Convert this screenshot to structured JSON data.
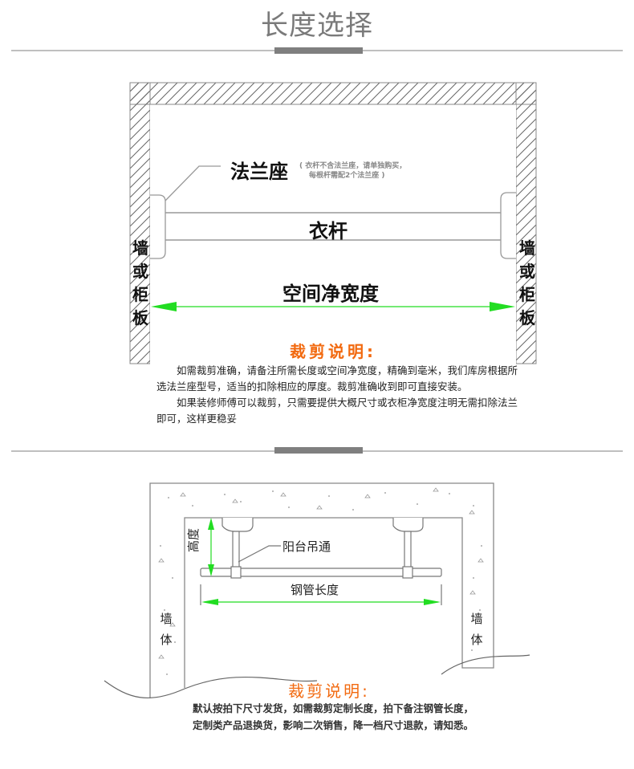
{
  "header": {
    "title": "长度选择"
  },
  "diagram1": {
    "flange_label": "法兰座",
    "flange_note_line1": "( 衣杆不含法兰座，请单独购买，",
    "flange_note_line2": "每根杆需配2个法兰座 )",
    "rod_label": "衣杆",
    "width_label": "空间净宽度",
    "wall_left": [
      "墙",
      "或",
      "柜",
      "板"
    ],
    "wall_right": [
      "墙",
      "或",
      "柜",
      "板"
    ],
    "arrow_color": "#22dd22"
  },
  "note1": {
    "title": "裁剪说明:",
    "paragraphs": [
      "如需裁剪准确，请备注所需长度或空间净宽度，精确到毫米，我们库房根据所选法兰座型号，适当的扣除相应的厚度。裁剪准确收到即可直接安装。",
      "如果装修师傅可以裁剪，只需要提供大概尺寸或衣柜净宽度注明无需扣除法兰即可，这样更稳妥"
    ]
  },
  "diagram2": {
    "hanger_label": "阳台吊通",
    "height_label": "高度",
    "pipe_label": "钢管长度",
    "wall_left": [
      "墙",
      "体"
    ],
    "wall_right": [
      "墙",
      "体"
    ]
  },
  "note2": {
    "title": "裁剪说明:",
    "line1": "默认按拍下尺寸发货，如需裁剪定制长度，拍下备注钢管长度，",
    "line2": "定制类产品退换货，影响二次销售，降一档尺寸退款，请知悉。"
  },
  "colors": {
    "accent_orange": "#f26a10",
    "green_arrow": "#22dd22",
    "separator_bar": "#7f7f7f"
  }
}
